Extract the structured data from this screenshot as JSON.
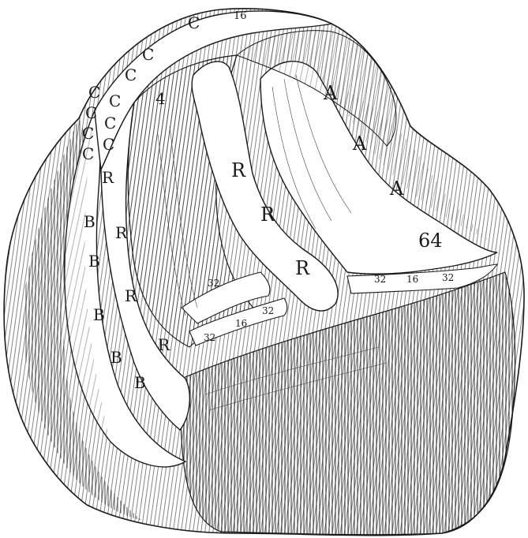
{
  "figure": {
    "caption": "",
    "colors": {
      "ink": "#1a1a1a",
      "paper": "#ffffff",
      "shade": "#6b6b6b",
      "light": "#d9d9d9"
    },
    "labels": {
      "c_top": "C",
      "n16_top": "16",
      "c_row2_a": "C",
      "c_row2_b": "C",
      "c_left_1": "C",
      "c_left_2": "C",
      "c_left_3": "C",
      "c_left_4": "C",
      "c_mid_1": "C",
      "c_mid_2": "C",
      "c_mid_3": "C",
      "four": "4",
      "a1": "A",
      "a2": "A",
      "a3": "A",
      "n64": "64",
      "r_left_1": "R",
      "r_left_2": "R",
      "r_left_3": "R",
      "r_left_4": "R",
      "r_center_1": "R",
      "r_center_2": "R",
      "r_center_3": "R",
      "b1": "B",
      "b2": "B",
      "b3": "B",
      "b4": "B",
      "b5": "B",
      "n32_a": "32",
      "n32_b": "32",
      "n16_b": "16",
      "n32_c": "32",
      "n32_d": "32",
      "n16_c": "16",
      "n32_e": "32"
    }
  }
}
